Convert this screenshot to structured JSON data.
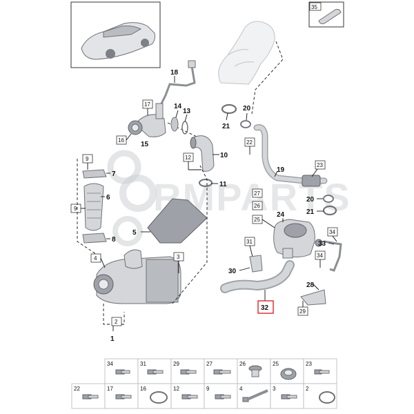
{
  "watermark": {
    "text": "RMPARTS",
    "color": "#c9ccd0"
  },
  "callouts": {
    "c1": "1",
    "c2": "2",
    "c3": "3",
    "c4": "4",
    "c5": "5",
    "c6": "6",
    "c7": "7",
    "c8": "8",
    "c9a": "9",
    "c9b": "9",
    "c10": "10",
    "c11": "11",
    "c12": "12",
    "c13": "13",
    "c14": "14",
    "c15": "15",
    "c16": "16",
    "c17": "17",
    "c18": "18",
    "c19": "19",
    "c20a": "20",
    "c20b": "20",
    "c21a": "21",
    "c21b": "21",
    "c22": "22",
    "c23": "23",
    "c24": "24",
    "c25": "25",
    "c26": "26",
    "c27": "27",
    "c28": "28",
    "c29": "29",
    "c30": "30",
    "c31": "31",
    "c32": "32",
    "c33": "33",
    "c34": "34",
    "c35": "35"
  },
  "highlight": {
    "callout": "32",
    "color": "#e0303a"
  },
  "legend_row1": [
    "34",
    "31",
    "29",
    "27",
    "26",
    "25",
    "23"
  ],
  "legend_row2": [
    "22",
    "17",
    "16",
    "12",
    "9",
    "4",
    "3",
    "2"
  ],
  "icons": {
    "vehicle": "car-thumbnail-icon",
    "hardware": "bolt-icon",
    "seal": "o-ring-icon",
    "sleeve": "sleeve-icon"
  }
}
